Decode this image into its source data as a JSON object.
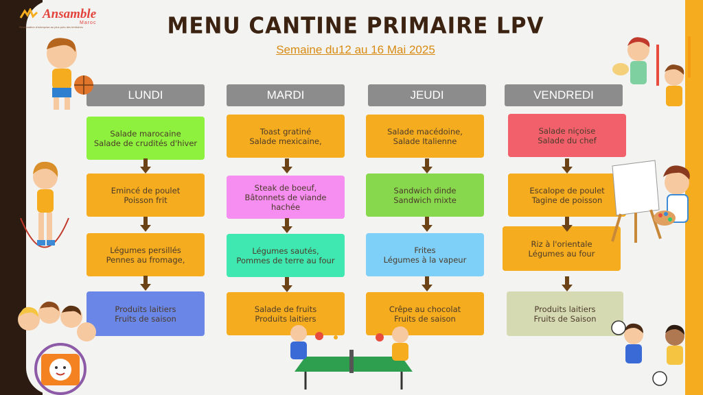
{
  "logo": {
    "name": "Ansamble",
    "sub": "Maroc",
    "tagline": "Restauration d'entreprise au plus près des territoires"
  },
  "header": {
    "title": "MENU CANTINE PRIMAIRE LPV",
    "subtitle": "Semaine du12 au 16 Mai 2025"
  },
  "colors": {
    "header_bg": "#8c8c8c",
    "title": "#3b2211",
    "subtitle": "#d88a12",
    "accent": "#f5ac1e",
    "arrow": "#6b4316"
  },
  "days": [
    {
      "name": "LUNDI",
      "dishes": [
        {
          "text": "Salade marocaine\nSalade de crudités d'hiver",
          "color": "#8ef13d"
        },
        {
          "text": "Emincé de poulet\nPoisson frit",
          "color": "#f5ac1e"
        },
        {
          "text": "Légumes persillés\nPennes au fromage,",
          "color": "#f5ac1e"
        },
        {
          "text": "Produits  laitiers\nFruits de saison",
          "color": "#6a86e6"
        }
      ]
    },
    {
      "name": "MARDI",
      "dishes": [
        {
          "text": "Toast gratiné\nSalade mexicaine,",
          "color": "#f5ac1e"
        },
        {
          "text": "Steak de boeuf,\nBâtonnets de viande\nhachée",
          "color": "#f58ef0"
        },
        {
          "text": "Légumes sautés,\nPommes de terre au four",
          "color": "#3ee8b0"
        },
        {
          "text": "Salade de fruits\nProduits laitiers",
          "color": "#f5ac1e"
        }
      ]
    },
    {
      "name": "JEUDI",
      "dishes": [
        {
          "text": "Salade macédoine,\nSalade Italienne",
          "color": "#f5ac1e"
        },
        {
          "text": "Sandwich dinde\nSandwich mixte",
          "color": "#88d84d"
        },
        {
          "text": "Frites\nLégumes à la vapeur",
          "color": "#7fd0f8"
        },
        {
          "text": "Crêpe au chocolat\nFruits de saison",
          "color": "#f5ac1e"
        }
      ]
    },
    {
      "name": "VENDREDI",
      "dishes": [
        {
          "text": "Salade niçoise\nSalade du chef",
          "color": "#f2616b"
        },
        {
          "text": "Escalope de poulet\nTagine de poisson",
          "color": "#f5ac1e"
        },
        {
          "text": "Riz à l'orientale\nLégumes au four",
          "color": "#f5ac1e"
        },
        {
          "text": "Produits laitiers\nFruits de Saison",
          "color": "#d6dab2"
        }
      ]
    }
  ]
}
